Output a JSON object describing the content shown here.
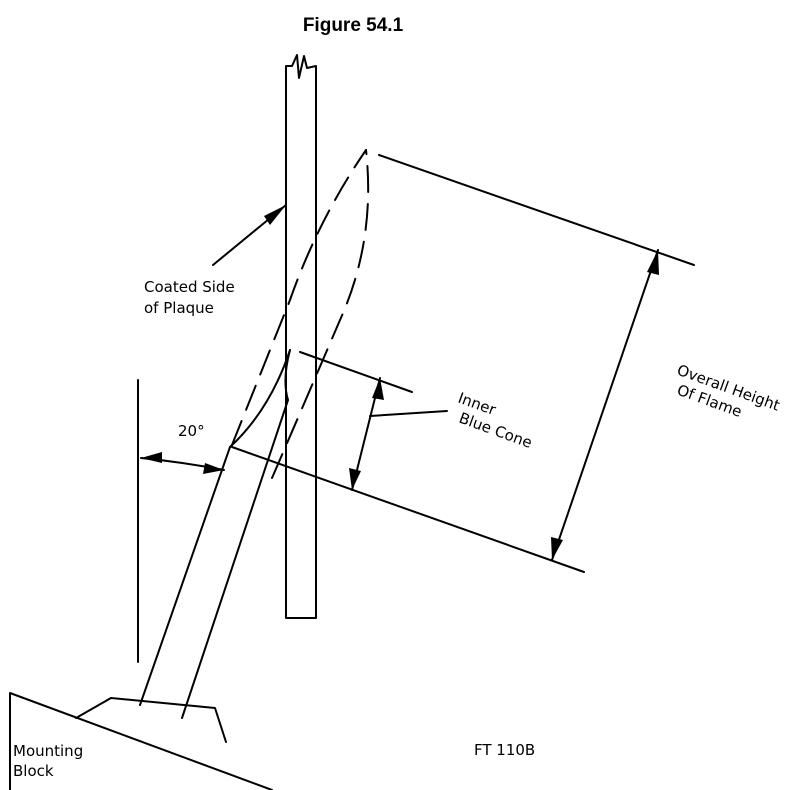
{
  "figure": {
    "title": "Figure 54.1",
    "labels": {
      "coated_side_line1": "Coated Side",
      "coated_side_line2": "of Plaque",
      "angle": "20°",
      "inner_cone_line1": "Inner",
      "inner_cone_line2": "Blue Cone",
      "overall_line1": "Overall Height",
      "overall_line2": "Of Flame",
      "mounting_line1": "Mounting",
      "mounting_line2": "Block",
      "drawing_number": "FT 110B"
    }
  }
}
